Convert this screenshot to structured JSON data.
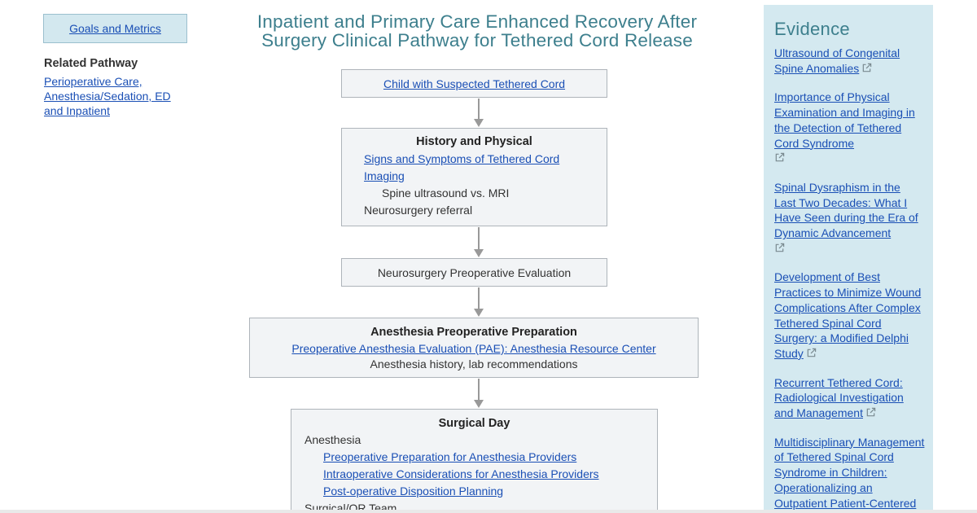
{
  "left": {
    "goals_button": "Goals and Metrics",
    "related_heading": "Related Pathway",
    "related_link": "Perioperative Care, Anesthesia/Sedation, ED and Inpatient"
  },
  "title": "Inpatient and Primary Care Enhanced Recovery After Surgery Clinical Pathway for Tethered Cord Release",
  "flow": {
    "child": "Child with Suspected Tethered Cord",
    "history": {
      "heading": "History and Physical",
      "signs_link": "Signs and Symptoms of Tethered Cord",
      "imaging_link": "Imaging",
      "imaging_sub": "Spine ultrasound vs. MRI",
      "referral": "Neurosurgery referral"
    },
    "neuro_eval": "Neurosurgery Preoperative Evaluation",
    "anesthesia": {
      "heading": "Anesthesia Preoperative Preparation",
      "pae_link": "Preoperative Anesthesia Evaluation (PAE): Anesthesia Resource Center",
      "history": "Anesthesia history, lab recommendations"
    },
    "surgical_day": {
      "heading": "Surgical Day",
      "anesthesia_label": "Anesthesia",
      "links": [
        "Preoperative Preparation for Anesthesia Providers",
        "Intraoperative Considerations for Anesthesia Providers",
        "Post-operative Disposition Planning"
      ],
      "team_label": "Surgical/OR Team"
    }
  },
  "evidence": {
    "heading": "Evidence",
    "items": [
      "Ultrasound of Congenital Spine Anomalies",
      "Importance of Physical Examination and Imaging in the Detection of Tethered Cord Syndrome",
      "Spinal Dysraphism in the Last Two Decades: What I Have Seen during the Era of Dynamic Advancement",
      "Development of Best Practices to Minimize Wound Complications After Complex Tethered Spinal Cord Surgery: a Modified Delphi Study",
      "Recurrent Tethered Cord: Radiological Investigation and Management",
      "Multidisciplinary Management of Tethered Spinal Cord Syndrome in Children: Operationalizing an Outpatient Patient-Centered Workflow"
    ]
  }
}
